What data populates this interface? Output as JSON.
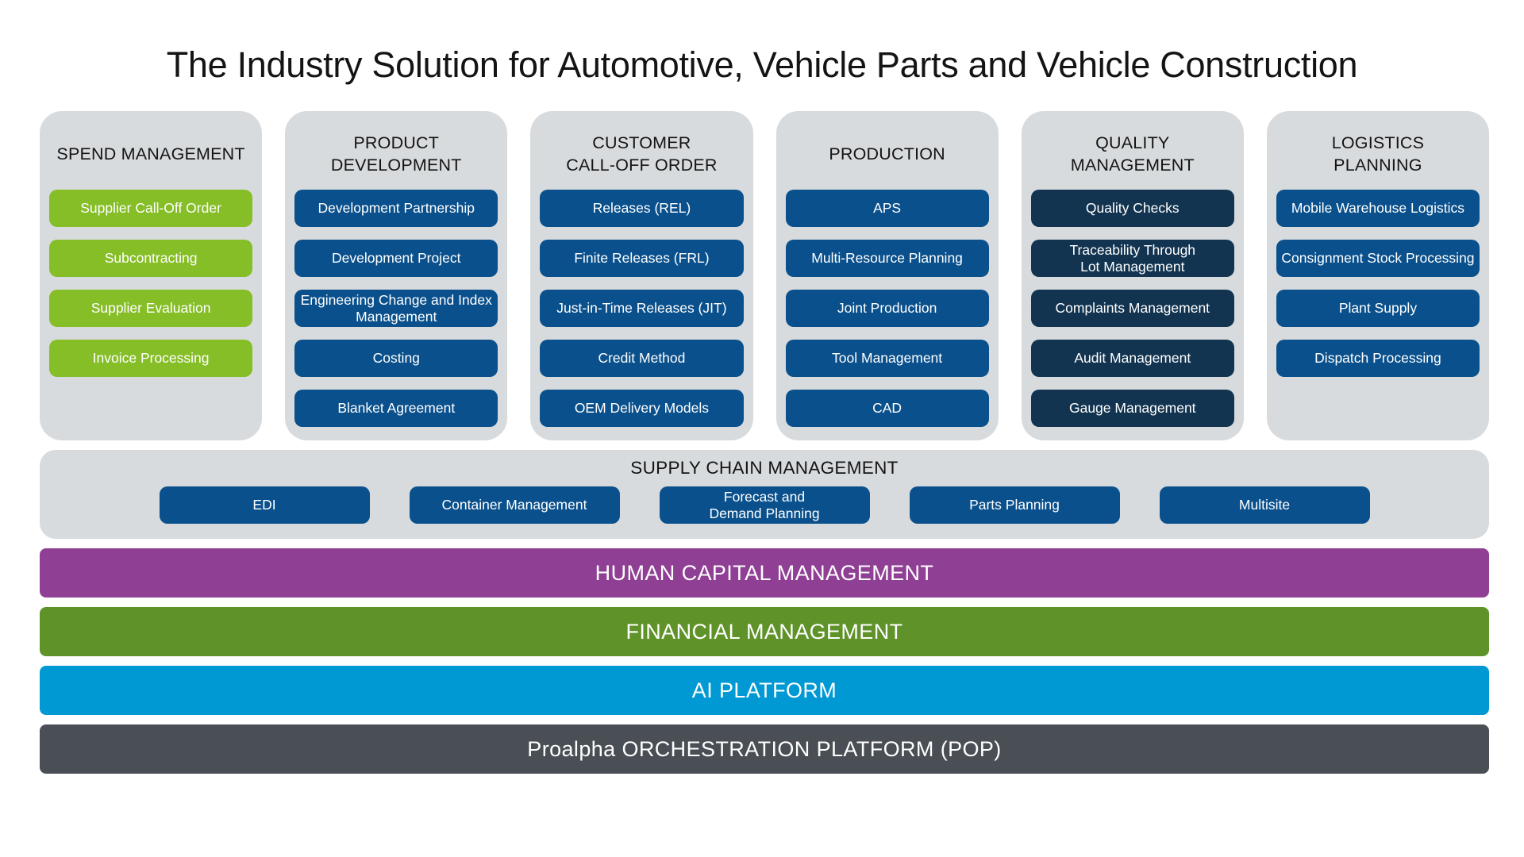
{
  "title": "The Industry Solution for Automotive, Vehicle Parts and Vehicle Construction",
  "colors": {
    "card_bg": "#d8dbdd",
    "green": "#86be27",
    "blue": "#0a508c",
    "navy": "#123450",
    "band_hcm": "#8f3f94",
    "band_fin": "#5f9229",
    "band_ai": "#0099d4",
    "band_pop": "#494f54"
  },
  "columns": [
    {
      "title": "SPEND MANAGEMENT",
      "item_color": "green",
      "items": [
        "Supplier Call-Off Order",
        "Subcontracting",
        "Supplier Evaluation",
        "Invoice Processing"
      ]
    },
    {
      "title": "PRODUCT\nDEVELOPMENT",
      "item_color": "blue",
      "items": [
        "Development Partnership",
        "Development Project",
        "Engineering Change and Index Management",
        "Costing",
        "Blanket Agreement"
      ]
    },
    {
      "title": "CUSTOMER\nCALL-OFF ORDER",
      "item_color": "blue",
      "items": [
        "Releases (REL)",
        "Finite Releases (FRL)",
        "Just-in-Time Releases (JIT)",
        "Credit Method",
        "OEM Delivery Models"
      ]
    },
    {
      "title": "PRODUCTION",
      "item_color": "blue",
      "items": [
        "APS",
        "Multi-Resource Planning",
        "Joint Production",
        "Tool Management",
        "CAD"
      ]
    },
    {
      "title": "QUALITY\nMANAGEMENT",
      "item_color": "navy",
      "items": [
        "Quality Checks",
        "Traceability Through\nLot Management",
        "Complaints Management",
        "Audit Management",
        "Gauge Management"
      ]
    },
    {
      "title": "LOGISTICS\nPLANNING",
      "item_color": "blue",
      "items": [
        "Mobile Warehouse Logistics",
        "Consignment Stock Processing",
        "Plant Supply",
        "Dispatch Processing"
      ]
    }
  ],
  "supply_chain": {
    "title": "SUPPLY CHAIN MANAGEMENT",
    "item_color": "blue",
    "items": [
      "EDI",
      "Container Management",
      "Forecast and\nDemand Planning",
      "Parts Planning",
      "Multisite"
    ]
  },
  "bands": [
    {
      "label": "HUMAN CAPITAL MANAGEMENT",
      "color_key": "band_hcm"
    },
    {
      "label": "FINANCIAL MANAGEMENT",
      "color_key": "band_fin"
    },
    {
      "label": "AI PLATFORM",
      "color_key": "band_ai"
    },
    {
      "label": "Proalpha ORCHESTRATION PLATFORM (POP)",
      "color_key": "band_pop"
    }
  ]
}
